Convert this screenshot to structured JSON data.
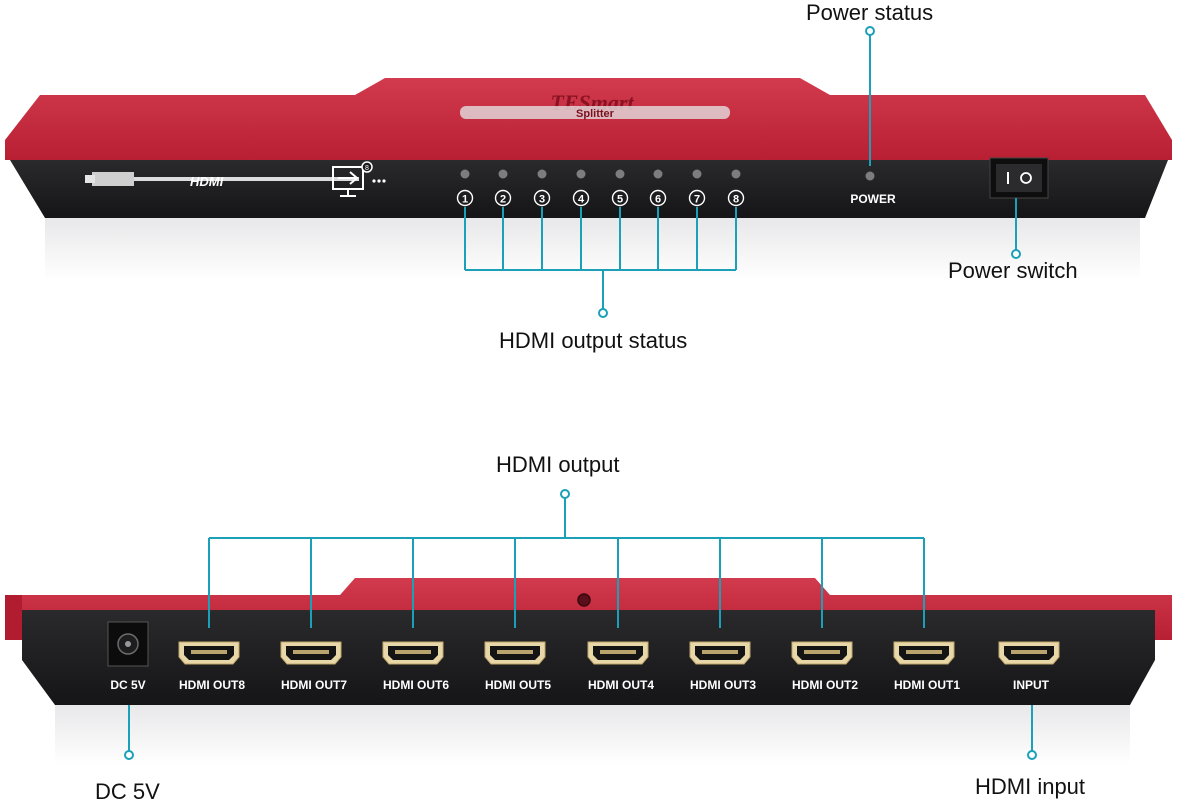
{
  "callouts": {
    "power_status": "Power status",
    "power_switch": "Power switch",
    "hdmi_output_status": "HDMI output status",
    "hdmi_output": "HDMI output",
    "dc_5v": "DC 5V",
    "hdmi_input": "HDMI input"
  },
  "front_panel": {
    "brand": "TESmart",
    "model": "Splitter",
    "led_numbers": [
      "1",
      "2",
      "3",
      "4",
      "5",
      "6",
      "7",
      "8"
    ],
    "power_label": "POWER",
    "hdmi_logo": "HDMI",
    "colors": {
      "body_red": "#c8283c",
      "panel_black": "#1b1b1d",
      "callout_line": "#1aa0b8"
    }
  },
  "rear_panel": {
    "dc_label": "DC 5V",
    "outputs": [
      "HDMI OUT8",
      "HDMI OUT7",
      "HDMI OUT6",
      "HDMI OUT5",
      "HDMI OUT4",
      "HDMI OUT3",
      "HDMI OUT2",
      "HDMI OUT1"
    ],
    "input_label": "INPUT"
  }
}
